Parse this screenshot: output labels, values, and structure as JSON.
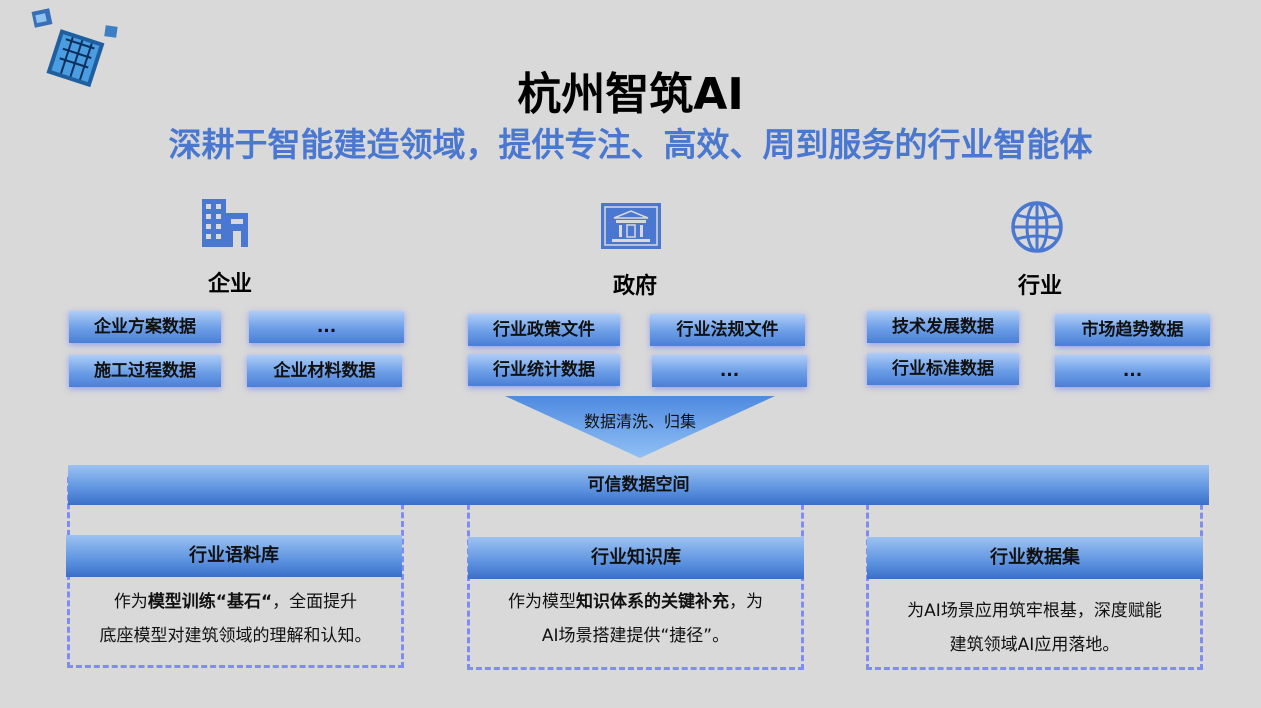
{
  "header": {
    "title": "杭州智筑AI",
    "subtitle": "深耕于智能建造领域，提供专注、高效、周到服务的行业智能体"
  },
  "colors": {
    "accent": "#4a78d0",
    "pill": "#6b9de6",
    "dash": "#7f8cf2"
  },
  "categories": [
    {
      "icon": "building-icon",
      "label": "企业",
      "items": [
        "企业方案数据",
        "...",
        "施工过程数据",
        "企业材料数据"
      ]
    },
    {
      "icon": "government-icon",
      "label": "政府",
      "items": [
        "行业政策文件",
        "行业法规文件",
        "行业统计数据",
        "..."
      ]
    },
    {
      "icon": "globe-icon",
      "label": "行业",
      "items": [
        "技术发展数据",
        "市场趋势数据",
        "行业标准数据",
        "..."
      ]
    }
  ],
  "funnel": {
    "label": "数据清洗、归集"
  },
  "trusted_space": {
    "label": "可信数据空间"
  },
  "outputs": [
    {
      "title": "行业语料库",
      "line1_a": "作为",
      "line1_b": "模型训练“基石“",
      "line1_c": "，全面提升",
      "line2": "底座模型对建筑领域的理解和认知。"
    },
    {
      "title": "行业知识库",
      "line1_a": "作为模型",
      "line1_b": "知识体系的关键补充",
      "line1_c": "，为",
      "line2": "AI场景搭建提供“捷径”。"
    },
    {
      "title": "行业数据集",
      "line1_a": "为AI场景应用筑牢根基，深度赋能",
      "line1_b": "",
      "line1_c": "",
      "line2": "建筑领域AI应用落地。"
    }
  ]
}
